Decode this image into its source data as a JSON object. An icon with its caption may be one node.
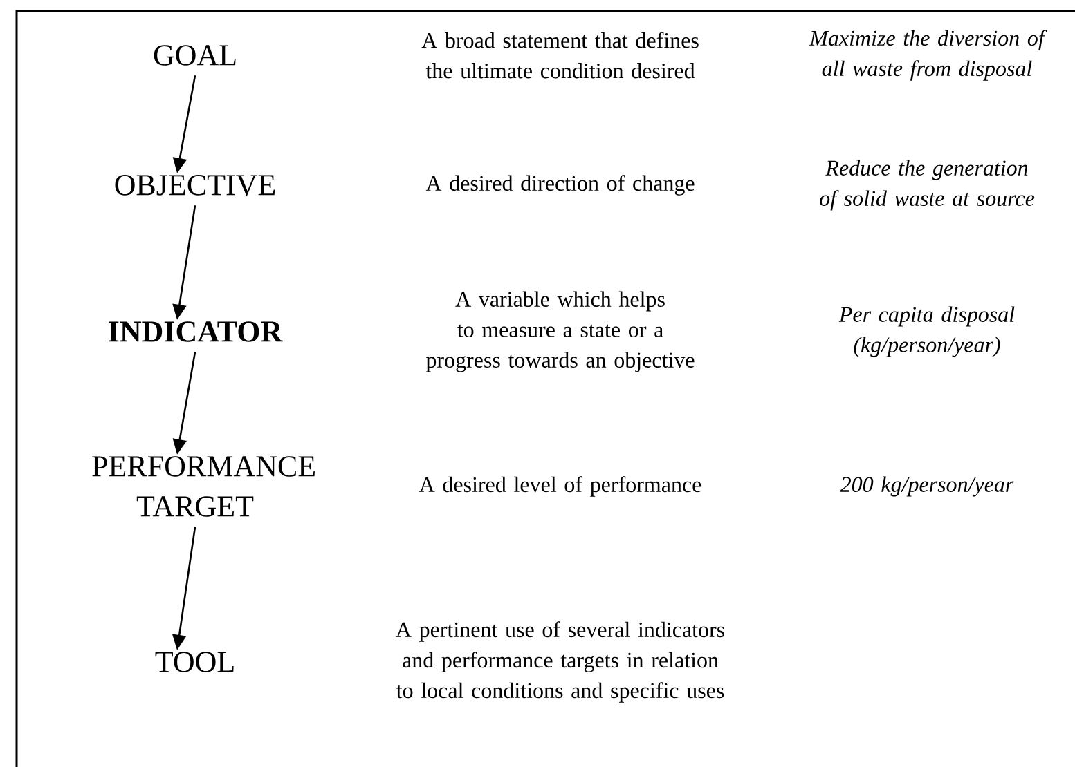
{
  "diagram": {
    "nodes": [
      {
        "text": [
          "GOAL"
        ]
      },
      {
        "text": [
          "OBJECTIVE"
        ]
      },
      {
        "text": [
          "INDICATOR"
        ]
      },
      {
        "text": [
          "PERFORMANCE TARGET"
        ]
      },
      {
        "text": [
          "TOOL"
        ]
      }
    ],
    "edges": [
      {
        "from": 0,
        "to": 1,
        "arrow": "to"
      },
      {
        "from": 1,
        "to": 2,
        "arrow": "to"
      },
      {
        "from": 2,
        "to": 3,
        "arrow": "to"
      },
      {
        "from": 3,
        "to": 4,
        "arrow": "to"
      }
    ],
    "labels": [
      "A broad statement that defines the ultimate condition desired",
      "Maximize the diversion of all waste from disposal",
      "A desired direction of change",
      "Reduce the generation of solid waste at source",
      "A variable which helps to measure a state or a progress towards an objective",
      "Per capita disposal (kg/person/year)",
      "A desired level of performance",
      "200 kg/person/year",
      "A pertinent use of several indicators and performance targets in relation to local conditions and specific uses"
    ]
  }
}
